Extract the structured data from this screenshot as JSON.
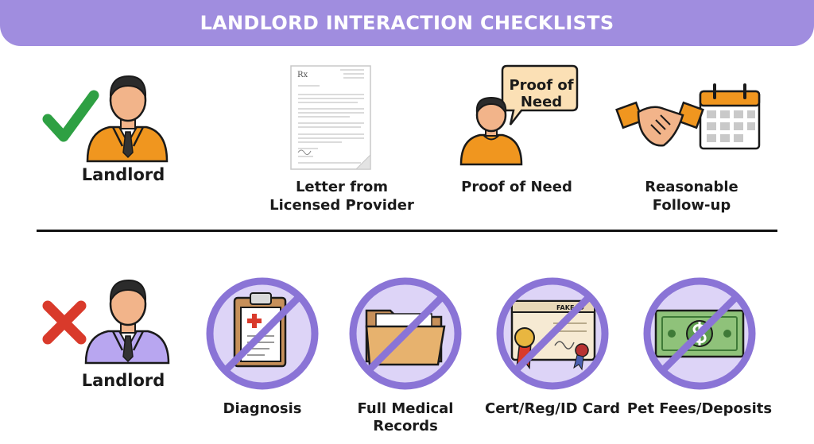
{
  "banner": {
    "title": "LANDLORD INTERACTION CHECKLISTS"
  },
  "allowed_section": {
    "landlord_label": "Landlord",
    "items": [
      {
        "label_line1": "Letter from",
        "label_line2": "Licensed Provider",
        "icon": "prescription-letter-icon"
      },
      {
        "label_line1": "Proof of Need",
        "icon": "person-speech-bubble-icon",
        "bubble_line1": "Proof of",
        "bubble_line2": "Need"
      },
      {
        "label_line1": "Reasonable",
        "label_line2": "Follow-up",
        "icon": "handshake-calendar-icon"
      }
    ],
    "letter": {
      "rx": "Rx"
    }
  },
  "disallowed_section": {
    "landlord_label": "Landlord",
    "items": [
      {
        "label_line1": "Diagnosis",
        "icon": "clipboard-prohibited-icon"
      },
      {
        "label_line1": "Full Medical",
        "label_line2": "Records",
        "icon": "folder-prohibited-icon"
      },
      {
        "label_line1": "Cert/Reg/ID Card",
        "icon": "id-card-prohibited-icon",
        "card_text": "FAKE ID"
      },
      {
        "label_line1": "Pet Fees/Deposits",
        "icon": "money-prohibited-icon"
      }
    ]
  },
  "colors": {
    "banner": "#a08ddf",
    "allowed_check": "#2ea043",
    "disallowed_x": "#d93a2b",
    "allowed_shirt": "#f0961f",
    "disallowed_shirt": "#b8a6f0",
    "prohibition_ring": "#8a74d6",
    "prohibition_fill": "#ddd4f7"
  }
}
